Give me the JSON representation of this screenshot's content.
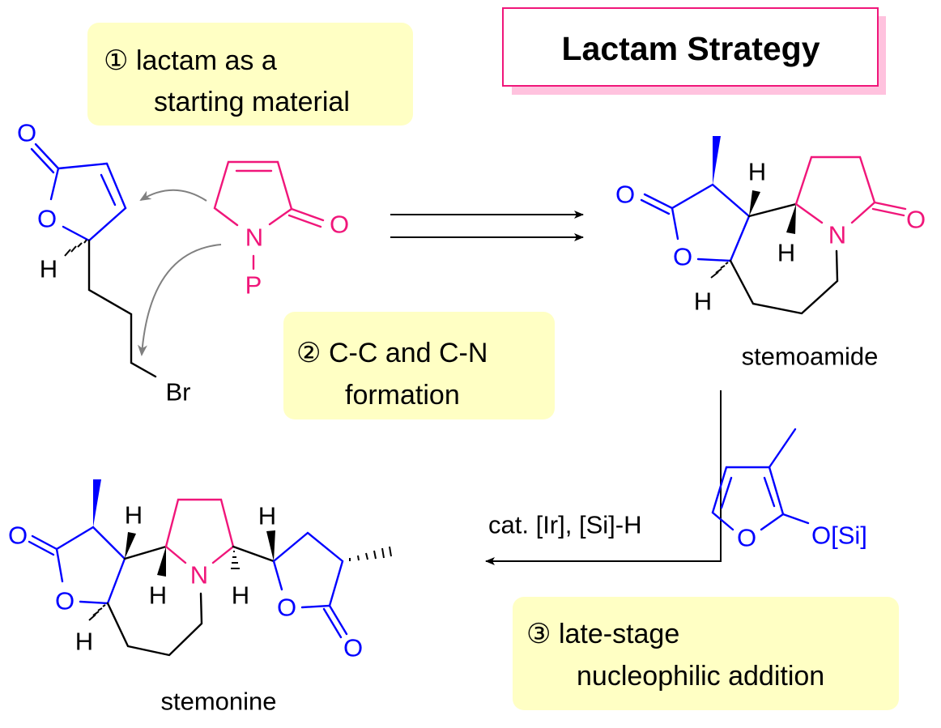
{
  "title": "Lactam Strategy",
  "notes": [
    {
      "number": "①",
      "lines": [
        "lactam as a",
        "starting material"
      ]
    },
    {
      "number": "②",
      "lines": [
        "C-C and C-N",
        "formation"
      ]
    },
    {
      "number": "③",
      "lines": [
        "late-stage",
        "nucleophilic addition"
      ]
    }
  ],
  "compounds": {
    "stemoamide": "stemoamide",
    "stemonine": "stemonine"
  },
  "reagents": {
    "conditions": "cat. [Ir], [Si]-H",
    "furan_substituent": "O[Si]"
  },
  "atoms": {
    "O": "O",
    "N": "N",
    "H": "H",
    "P": "P",
    "Br": "Br"
  },
  "colors": {
    "blue": "#0000ff",
    "pink": "#f0167a",
    "note_bg": "#ffffc4",
    "gray_arrow": "#808080"
  }
}
